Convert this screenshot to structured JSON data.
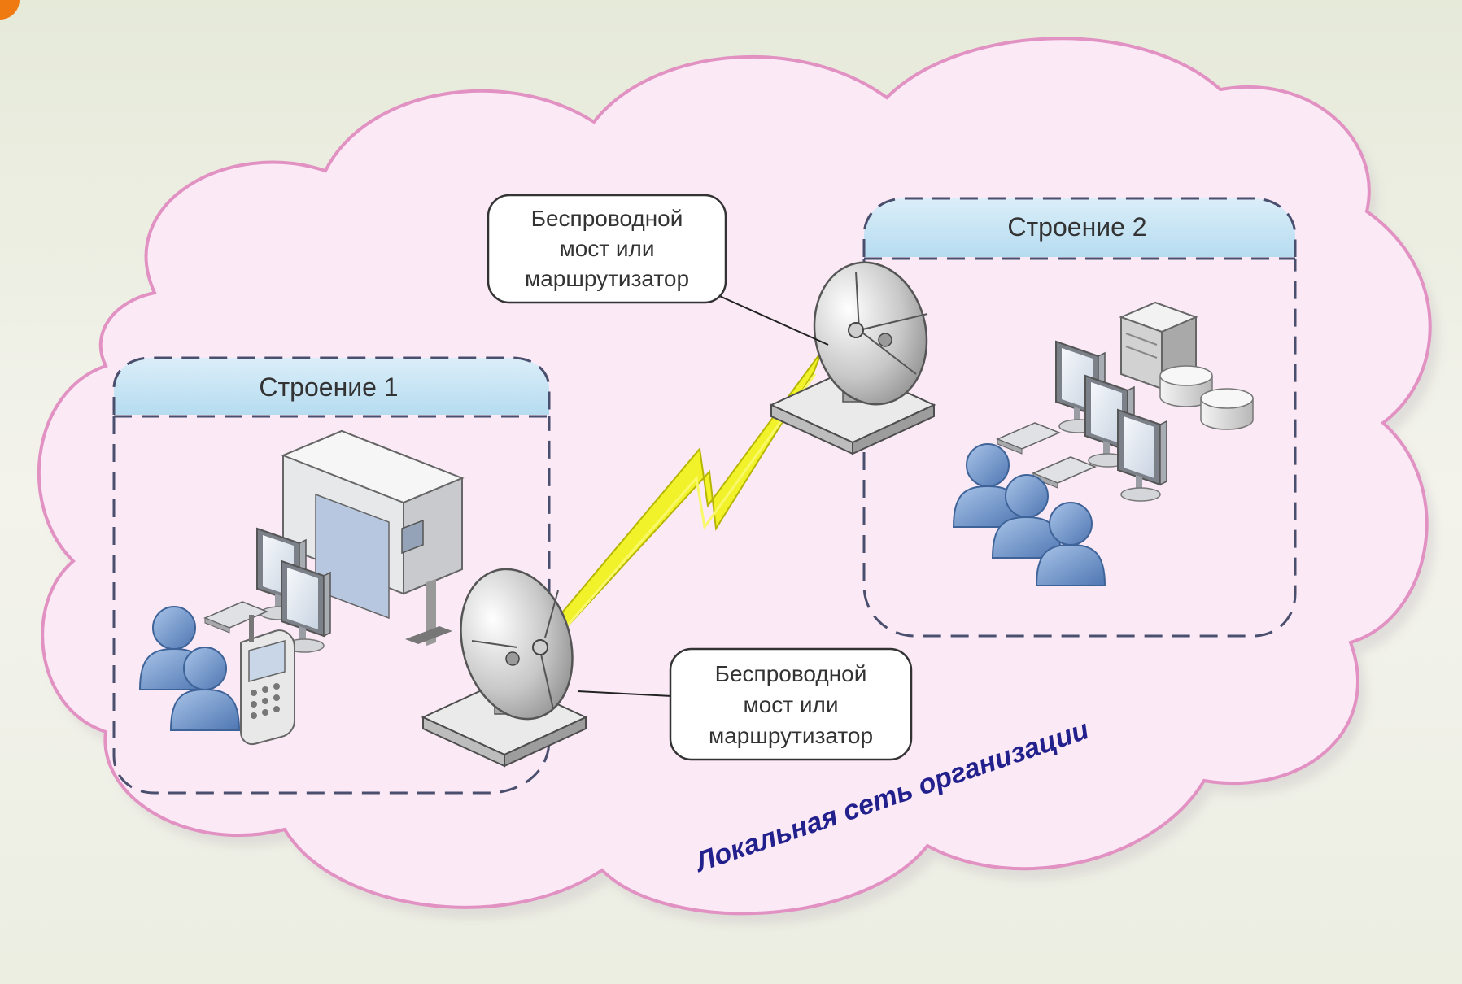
{
  "colors": {
    "background": "#eef0e4",
    "cloud_fill": "#fbe9f6",
    "cloud_stroke": "#e291c3",
    "building_header": "#bfe0f2",
    "building_border": "#4a4f6e",
    "wireless_link": "#f2f22a",
    "person": "#6f95c9",
    "caption": "#22208c",
    "corner_accent": "#f07a12"
  },
  "network": {
    "caption": "Локальная сеть организации"
  },
  "buildings": [
    {
      "label": "Строение 1"
    },
    {
      "label": "Строение 2"
    }
  ],
  "callouts": [
    {
      "line1": "Беспроводной",
      "line2": "мост или",
      "line3": "маршрутизатор"
    },
    {
      "line1": "Беспроводной",
      "line2": "мост или",
      "line3": "маршрутизатор"
    }
  ],
  "icons": {
    "building1": [
      "plotter-icon",
      "monitor-icon",
      "monitor-icon",
      "keyboard-icon",
      "mobile-phone-icon",
      "user-icon",
      "user-icon",
      "satellite-dish-icon"
    ],
    "building2": [
      "server-icon",
      "database-icon",
      "database-icon",
      "monitor-icon",
      "monitor-icon",
      "monitor-icon",
      "keyboard-icon",
      "user-icon",
      "user-icon",
      "user-icon",
      "satellite-dish-icon"
    ],
    "link": "lightning-bolt-icon"
  }
}
